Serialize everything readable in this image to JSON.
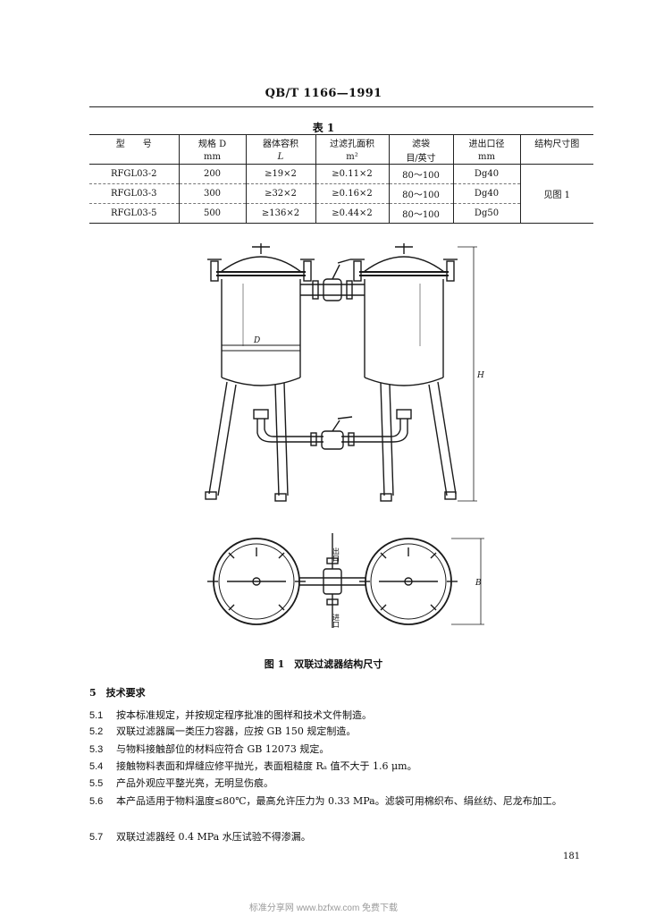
{
  "header": {
    "standard_number": "QB/T 1166—1991"
  },
  "table": {
    "title": "表 1",
    "columns": [
      {
        "line1": "型　　号",
        "line2": ""
      },
      {
        "line1": "规格 D",
        "line2": "mm"
      },
      {
        "line1": "器体容积",
        "line2": "L"
      },
      {
        "line1": "过滤孔面积",
        "line2": "m²"
      },
      {
        "line1": "滤袋",
        "line2": "目/英寸"
      },
      {
        "line1": "进出口径",
        "line2": "mm"
      },
      {
        "line1": "结构尺寸图",
        "line2": ""
      }
    ],
    "rows": [
      [
        "RFGL03-2",
        "200",
        "≥19×2",
        "≥0.11×2",
        "80～100",
        "Dg40"
      ],
      [
        "RFGL03-3",
        "300",
        "≥32×2",
        "≥0.16×2",
        "80～100",
        "Dg40"
      ],
      [
        "RFGL03-5",
        "500",
        "≥136×2",
        "≥0.44×2",
        "80～100",
        "Dg50"
      ]
    ],
    "merged_note": "见图 1"
  },
  "figure": {
    "label_D": "D",
    "label_H": "H",
    "label_B": "B",
    "label_outlet": "出口",
    "label_inlet": "进口",
    "caption": "图 1　双联过滤器结构尺寸"
  },
  "section": {
    "title": "5　技术要求",
    "items": [
      {
        "num": "5.1",
        "text": "按本标准规定，并按规定程序批准的图样和技术文件制造。"
      },
      {
        "num": "5.2",
        "text": "双联过滤器属一类压力容器，应按 GB 150 规定制造。"
      },
      {
        "num": "5.3",
        "text": "与物料接触部位的材料应符合 GB 12073 规定。"
      },
      {
        "num": "5.4",
        "text": "接触物料表面和焊缝应修平抛光，表面粗糙度 Rₐ 值不大于 1.6 μm。"
      },
      {
        "num": "5.5",
        "text": "产品外观应平整光亮，无明显伤痕。"
      },
      {
        "num": "5.6",
        "text": "本产品适用于物料温度≤80℃，最高允许压力为 0.33 MPa。滤袋可用棉织布、绢丝纺、尼龙布加工。"
      },
      {
        "num": "5.7",
        "text": "双联过滤器经 0.4 MPa 水压试验不得渗漏。"
      }
    ]
  },
  "page_number": "181",
  "footer": "标准分享网 www.bzfxw.com 免费下载"
}
